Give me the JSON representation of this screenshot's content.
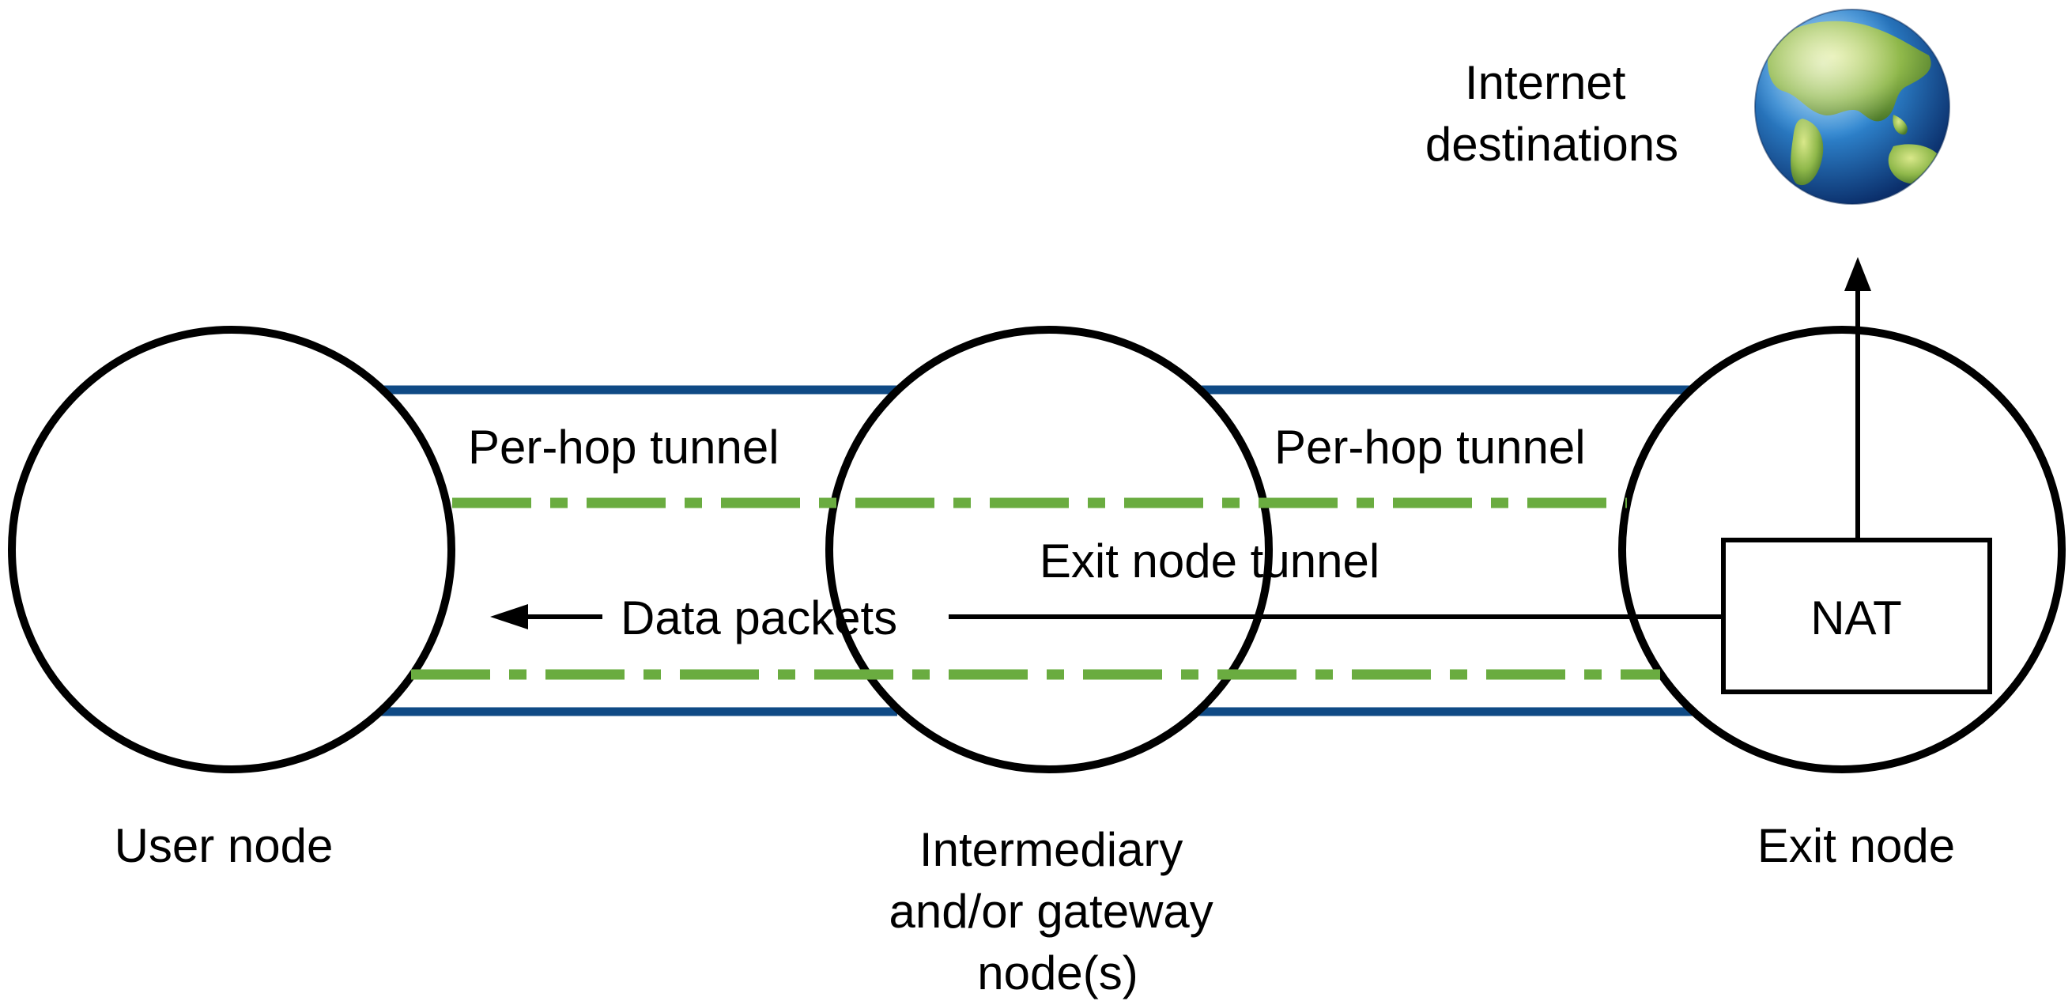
{
  "colors": {
    "per_hop_tunnel": "#0f4a85",
    "exit_node_tunnel": "#6aac40",
    "stroke": "#000000",
    "background": "#ffffff"
  },
  "nodes": {
    "user_node": "User node",
    "intermediary_node": [
      "Intermediary",
      "and/or gateway",
      "node(s)"
    ],
    "exit_node": "Exit node"
  },
  "labels": {
    "per_hop_tunnel_left": "Per-hop tunnel",
    "per_hop_tunnel_right": "Per-hop tunnel",
    "exit_node_tunnel": "Exit node tunnel",
    "data_packets": "Data packets",
    "nat": "NAT",
    "internet_destinations": [
      "Internet",
      "destinations"
    ]
  },
  "icons": {
    "globe": "globe-icon"
  }
}
